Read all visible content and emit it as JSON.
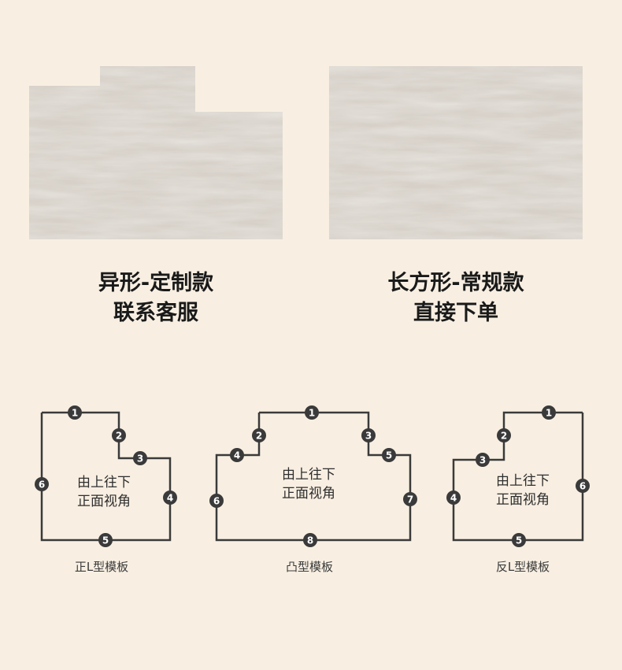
{
  "products": [
    {
      "title": "异形-定制款",
      "subtitle": "联系客服"
    },
    {
      "title": "长方形-常规款",
      "subtitle": "直接下单"
    }
  ],
  "templates": [
    {
      "name": "正L型模板",
      "view_line1": "由上往下",
      "view_line2": "正面视角",
      "nodes": [
        "1",
        "2",
        "3",
        "4",
        "5",
        "6"
      ]
    },
    {
      "name": "凸型模板",
      "view_line1": "由上往下",
      "view_line2": "正面视角",
      "nodes": [
        "1",
        "2",
        "3",
        "4",
        "5",
        "6",
        "7",
        "8"
      ]
    },
    {
      "name": "反L型模板",
      "view_line1": "由上往下",
      "view_line2": "正面视角",
      "nodes": [
        "1",
        "2",
        "3",
        "4",
        "5",
        "6"
      ]
    }
  ],
  "colors": {
    "background": "#f8efe2",
    "line": "#3a3a3a",
    "node": "#3a3a3a",
    "swatch": "#c9c2b9"
  }
}
